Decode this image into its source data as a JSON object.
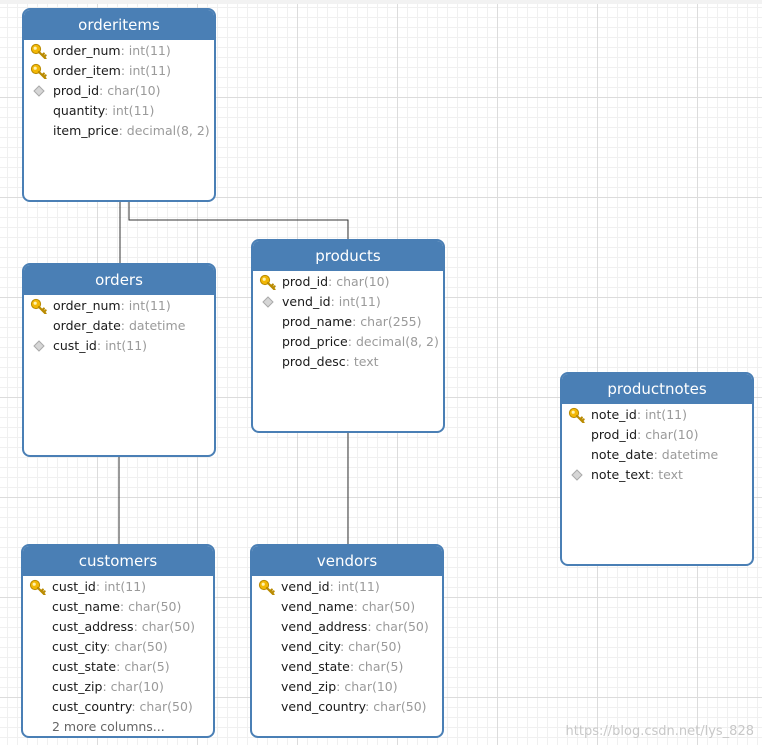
{
  "tables": {
    "orderitems": {
      "title": "orderitems",
      "columns": [
        {
          "name": "order_num",
          "type": "int(11)",
          "icon": "key-icon"
        },
        {
          "name": "order_item",
          "type": "int(11)",
          "icon": "key-icon"
        },
        {
          "name": "prod_id",
          "type": "char(10)",
          "icon": "diamond-icon"
        },
        {
          "name": "quantity",
          "type": "int(11)",
          "icon": ""
        },
        {
          "name": "item_price",
          "type": "decimal(8, 2)",
          "icon": ""
        }
      ]
    },
    "orders": {
      "title": "orders",
      "columns": [
        {
          "name": "order_num",
          "type": "int(11)",
          "icon": "key-icon"
        },
        {
          "name": "order_date",
          "type": "datetime",
          "icon": ""
        },
        {
          "name": "cust_id",
          "type": "int(11)",
          "icon": "diamond-icon"
        }
      ]
    },
    "products": {
      "title": "products",
      "columns": [
        {
          "name": "prod_id",
          "type": "char(10)",
          "icon": "key-icon"
        },
        {
          "name": "vend_id",
          "type": "int(11)",
          "icon": "diamond-icon"
        },
        {
          "name": "prod_name",
          "type": "char(255)",
          "icon": ""
        },
        {
          "name": "prod_price",
          "type": "decimal(8, 2)",
          "icon": ""
        },
        {
          "name": "prod_desc",
          "type": "text",
          "icon": ""
        }
      ]
    },
    "productnotes": {
      "title": "productnotes",
      "columns": [
        {
          "name": "note_id",
          "type": "int(11)",
          "icon": "key-icon"
        },
        {
          "name": "prod_id",
          "type": "char(10)",
          "icon": ""
        },
        {
          "name": "note_date",
          "type": "datetime",
          "icon": ""
        },
        {
          "name": "note_text",
          "type": "text",
          "icon": "diamond-icon"
        }
      ]
    },
    "customers": {
      "title": "customers",
      "columns": [
        {
          "name": "cust_id",
          "type": "int(11)",
          "icon": "key-icon"
        },
        {
          "name": "cust_name",
          "type": "char(50)",
          "icon": ""
        },
        {
          "name": "cust_address",
          "type": "char(50)",
          "icon": ""
        },
        {
          "name": "cust_city",
          "type": "char(50)",
          "icon": ""
        },
        {
          "name": "cust_state",
          "type": "char(5)",
          "icon": ""
        },
        {
          "name": "cust_zip",
          "type": "char(10)",
          "icon": ""
        },
        {
          "name": "cust_country",
          "type": "char(50)",
          "icon": ""
        }
      ],
      "more": "2 more columns..."
    },
    "vendors": {
      "title": "vendors",
      "columns": [
        {
          "name": "vend_id",
          "type": "int(11)",
          "icon": "key-icon"
        },
        {
          "name": "vend_name",
          "type": "char(50)",
          "icon": ""
        },
        {
          "name": "vend_address",
          "type": "char(50)",
          "icon": ""
        },
        {
          "name": "vend_city",
          "type": "char(50)",
          "icon": ""
        },
        {
          "name": "vend_state",
          "type": "char(5)",
          "icon": ""
        },
        {
          "name": "vend_zip",
          "type": "char(10)",
          "icon": ""
        },
        {
          "name": "vend_country",
          "type": "char(50)",
          "icon": ""
        }
      ]
    }
  },
  "watermark": "https://blog.csdn.net/lys_828",
  "colors": {
    "header": "#4a7fb5",
    "key": "#f0b400",
    "diamond": "#c8c8c8",
    "connector": "#333333"
  }
}
